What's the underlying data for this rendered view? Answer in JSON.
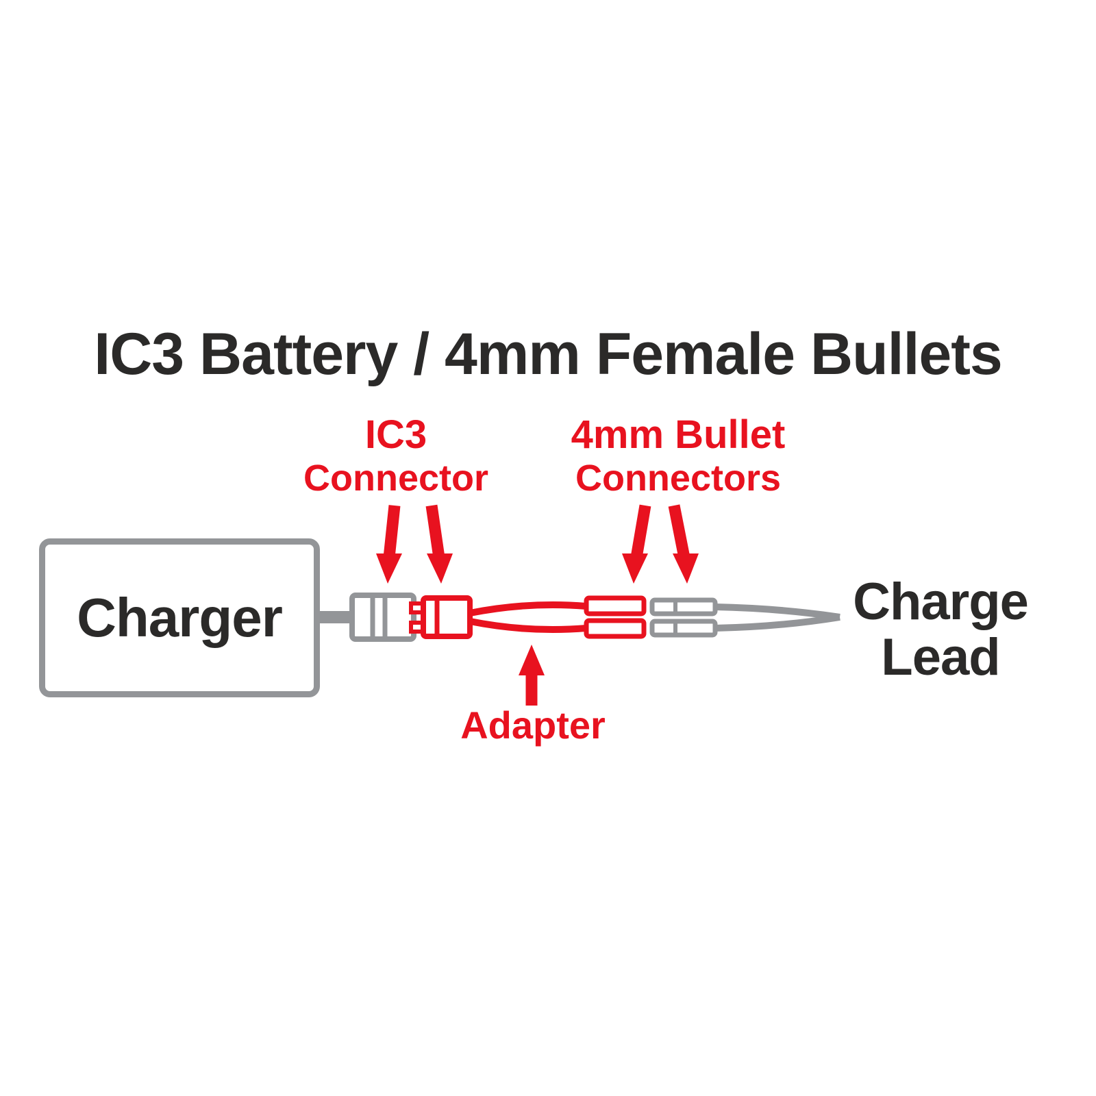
{
  "title": "IC3 Battery / 4mm Female Bullets",
  "labels": {
    "ic3": {
      "line1": "IC3",
      "line2": "Connector"
    },
    "bullet": {
      "line1": "4mm Bullet",
      "line2": "Connectors"
    },
    "adapter": "Adapter"
  },
  "charger": {
    "label": "Charger"
  },
  "charge_lead": {
    "line1": "Charge",
    "line2": "Lead"
  },
  "colors": {
    "dark": "#2b2a29",
    "red": "#e8121f",
    "gray": "#939598",
    "white": "#ffffff"
  }
}
